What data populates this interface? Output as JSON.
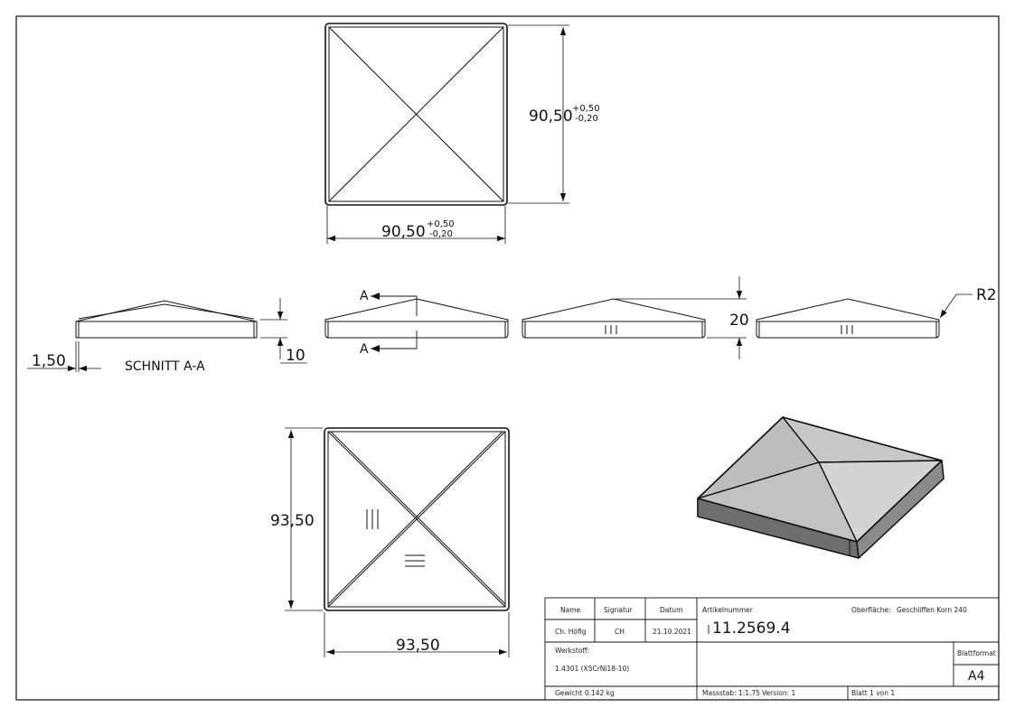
{
  "views": {
    "top": {
      "dim_size": "90,50",
      "tol_plus": "+0,50",
      "tol_minus": "-0,20"
    },
    "side": {
      "dim_height": "20",
      "radius": "R2",
      "section_letter": "A"
    },
    "section": {
      "dim_thickness": "1,50",
      "dim_height": "10",
      "label": "SCHNITT A-A"
    },
    "bottom": {
      "dim_size": "93,50"
    }
  },
  "title_block": {
    "header_name": "Name",
    "header_signatur": "Signatur",
    "header_datum": "Datum",
    "name": "Ch. Höfig",
    "signatur": "CH",
    "datum": "21.10.2021",
    "artikelnummer_label": "Artikelnummer",
    "artikelnummer": "11.2569.4",
    "oberflaeche_label": "Oberfläche:",
    "oberflaeche": "Geschliffen Korn 240",
    "werkstoff_label": "Werkstoff:",
    "werkstoff": "1.4301 (X5CrNi18-10)",
    "blattformat_label": "Blattformat",
    "blattformat": "A4",
    "gewicht": "Gewicht 0.142 kg",
    "massstab": "Massstab: 1:1.75",
    "version": "Version: 1",
    "blatt": "Blatt 1 von 1"
  }
}
